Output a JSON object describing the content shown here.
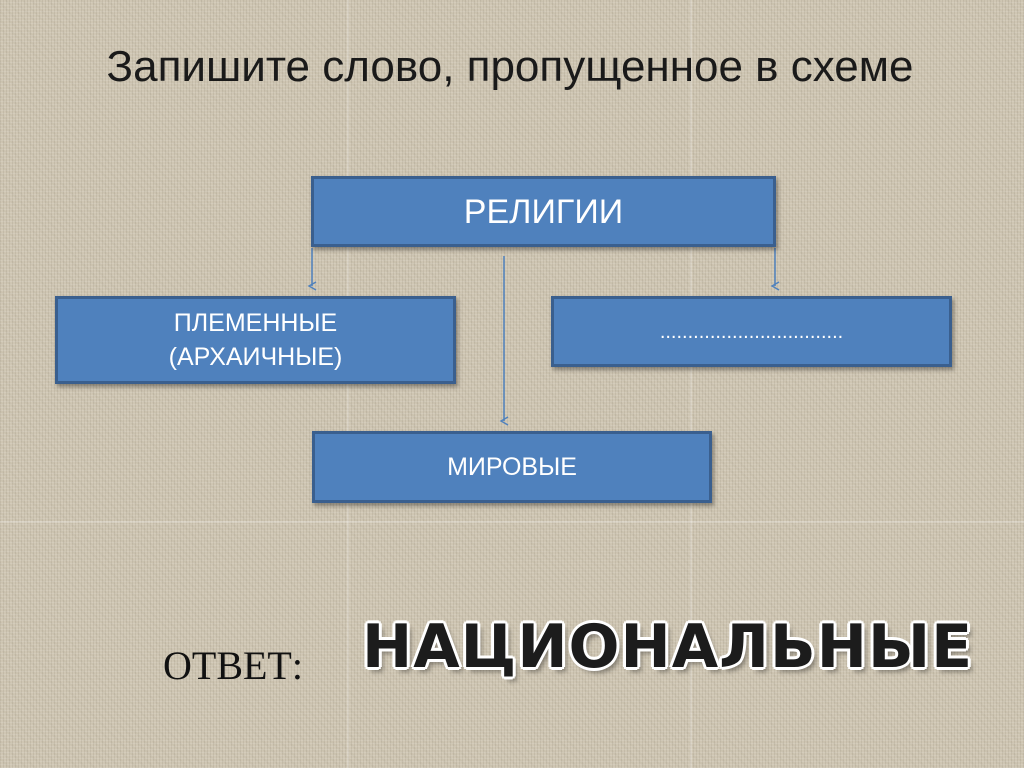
{
  "slide": {
    "title": "Запишите слово, пропущенное в схеме"
  },
  "diagram": {
    "root": {
      "label": "РЕЛИГИИ"
    },
    "tribal": {
      "line1": "ПЛЕМЕННЫЕ",
      "line2": "(АРХАИЧНЫЕ)"
    },
    "blank": {
      "label": "................................."
    },
    "world": {
      "label": "МИРОВЫЕ"
    }
  },
  "answer": {
    "label": "ОТВЕТ:",
    "word": "НАЦИОНАЛЬНЫЕ"
  },
  "colors": {
    "box_fill": "#4f81bd",
    "box_border": "#3a5f8e",
    "connector": "#4f81bd",
    "background": "#cfc6b3"
  }
}
